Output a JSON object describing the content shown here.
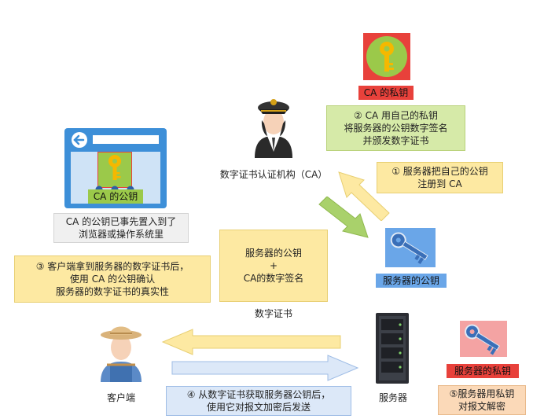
{
  "ca_private_key": {
    "label": "CA 的私钥",
    "icon": "golden-key-icon"
  },
  "ca_public_key": {
    "label": "CA 的公钥",
    "icon": "golden-key-icon"
  },
  "browser_window": {
    "icon": "browser-window-icon"
  },
  "ca_note": "CA 的公钥已事先置入到了\n浏览器或操作系统里",
  "ca_authority": {
    "label": "数字证书认证机构（CA）",
    "icon": "officer-avatar-icon"
  },
  "step2": "② CA 用自己的私钥\n将服务器的公钥数字签名\n并颁发数字证书",
  "step1": "① 服务器把自己的公钥\n注册到 CA",
  "certificate": {
    "line1": "服务器的公钥",
    "plus": "+",
    "line2": "CA的数字签名",
    "label": "数字证书"
  },
  "server_public_key": {
    "label": "服务器的公钥",
    "icon": "blue-key-icon"
  },
  "server_private_key": {
    "label": "服务器的私钥",
    "icon": "blue-key-icon"
  },
  "step3": "③ 客户端拿到服务器的数字证书后，\n使用 CA 的公钥确认\n服务器的数字证书的真实性",
  "client": {
    "label": "客户端",
    "icon": "farmer-avatar-icon"
  },
  "server": {
    "label": "服务器",
    "icon": "server-rack-icon"
  },
  "step4": "④ 从数字证书获取服务器公钥后，\n使用它对报文加密后发送",
  "step5": "⑤服务器用私钥\n对报文解密",
  "colors": {
    "green_box": "#d6eaa8",
    "yellow_box": "#fde9a2",
    "blue_box": "#dce8f8",
    "gray_box": "#f0f0f0",
    "red_label": "#e8413b",
    "pink_bg": "#f4a3a3",
    "key_blue_bg": "#6aa6e8",
    "gold": "#f5b800"
  }
}
